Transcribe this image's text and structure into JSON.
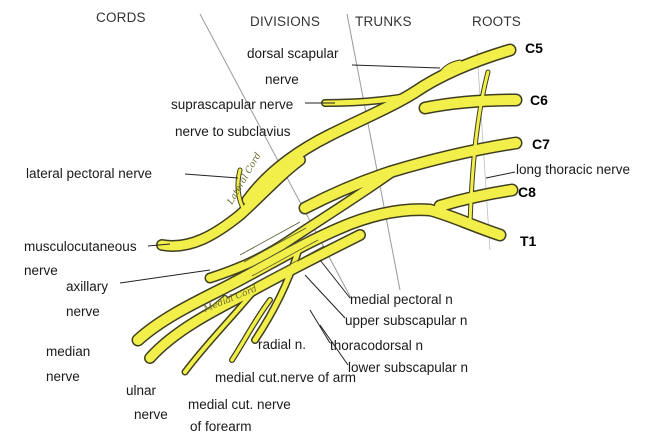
{
  "headers": {
    "cords": "CORDS",
    "divisions": "DIVISIONS",
    "trunks": "TRUNKS",
    "roots": "ROOTS"
  },
  "roots": [
    "C5",
    "C6",
    "C7",
    "C8",
    "T1"
  ],
  "cord_names": {
    "lateral": "Lateral Cord",
    "medial": "Medial Cord"
  },
  "labels": {
    "dorsal_scapular_1": "dorsal scapular",
    "dorsal_scapular_2": "nerve",
    "suprascapular": "suprascapular nerve",
    "subclavius": "nerve to subclavius",
    "lateral_pectoral": "lateral pectoral nerve",
    "long_thoracic": "long thoracic nerve",
    "musculocutaneous_1": "musculocutaneous",
    "musculocutaneous_2": "nerve",
    "axillary_1": "axillary",
    "axillary_2": "nerve",
    "median_1": "median",
    "median_2": "nerve",
    "medial_pectoral": "medial pectoral n",
    "upper_subscapular": "upper subscapular n",
    "radial": "radial n.",
    "thoracodorsal": "thoracodorsal n",
    "lower_subscapular": "lower subscapular n",
    "ulnar_1": "ulnar",
    "ulnar_2": "nerve",
    "medial_cut_arm": "medial cut.nerve of arm",
    "medial_cut_forearm_1": "medial cut. nerve",
    "medial_cut_forearm_2": "of forearm"
  },
  "colors": {
    "nerve_fill": "#f2ee4a",
    "nerve_outline": "#3f3f20",
    "background": "#ffffff"
  }
}
